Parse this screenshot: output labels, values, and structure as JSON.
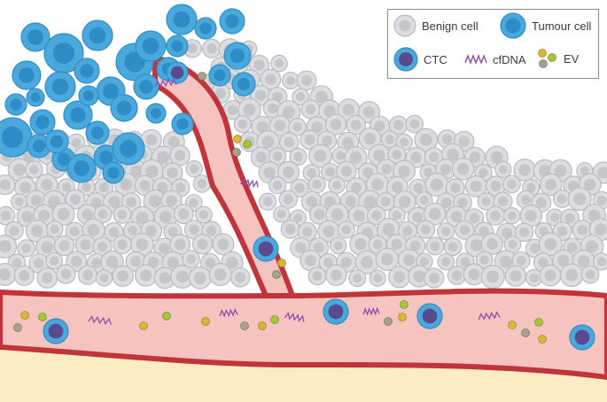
{
  "legend": {
    "benign_cell": "Benign cell",
    "tumour_cell": "Tumour cell",
    "ctc": "CTC",
    "cfdna": "cfDNA",
    "ev": "EV"
  },
  "colors": {
    "benign_fill": "#dcdde0",
    "benign_nucleus": "#c4c6cb",
    "tumour_fill": "#4aa8dc",
    "tumour_nucleus": "#2e8cc6",
    "ctc_nucleus": "#5a4a8e",
    "vessel_wall": "#c0353a",
    "vessel_lumen": "#f6c4c0",
    "cfdna": "#8a4fa8",
    "ev_yellow": "#d8b63a",
    "ev_green": "#a8c43a",
    "ev_gray": "#a8a28c",
    "tissue_base": "#fcecc4"
  }
}
